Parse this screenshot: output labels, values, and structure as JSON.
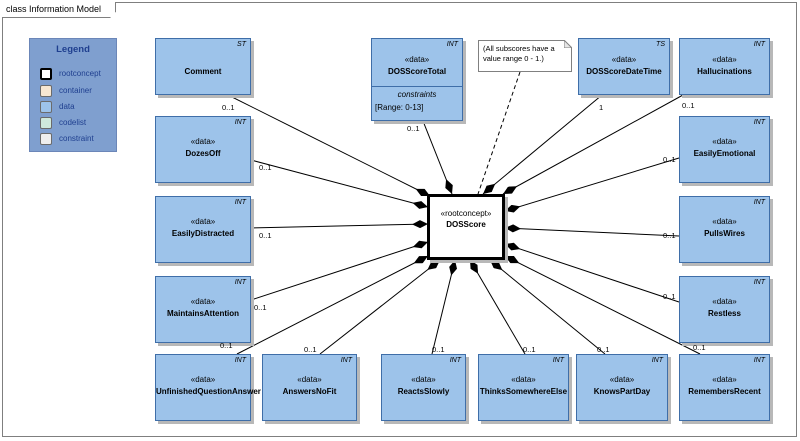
{
  "diagram": {
    "frame_title": "class Information Model",
    "legend": {
      "title": "Legend",
      "items": [
        {
          "label": "rootconcept",
          "color": "#ffffff",
          "border": "#000000"
        },
        {
          "label": "container",
          "color": "#f7e7d2",
          "border": "#6b6b6b"
        },
        {
          "label": "data",
          "color": "#9dc3ea",
          "border": "#6b6b6b"
        },
        {
          "label": "codelist",
          "color": "#cfe9dc",
          "border": "#6b6b6b"
        },
        {
          "label": "constraint",
          "color": "#eeeeee",
          "border": "#6b6b6b"
        }
      ]
    },
    "root": {
      "stereotype": "«rootconcept»",
      "name": "DOSScore"
    },
    "note": {
      "text": "(All subscores have a value range 0 - 1.)"
    },
    "total": {
      "stereotype": "«data»",
      "name": "DOSScoreTotal",
      "tag": "INT",
      "constraints_label": "constraints",
      "constraint": "[Range: 0-13]"
    },
    "classes": {
      "comment": {
        "stereotype": "",
        "name": "Comment",
        "tag": "ST",
        "multiplicity": "0..1"
      },
      "datetime": {
        "stereotype": "«data»",
        "name": "DOSScoreDateTime",
        "tag": "TS",
        "multiplicity": "1"
      },
      "hallucinations": {
        "stereotype": "«data»",
        "name": "Hallucinations",
        "tag": "INT",
        "multiplicity": "0..1"
      },
      "dozesoff": {
        "stereotype": "«data»",
        "name": "DozesOff",
        "tag": "INT",
        "multiplicity": "0..1"
      },
      "easilyemotional": {
        "stereotype": "«data»",
        "name": "EasilyEmotional",
        "tag": "INT",
        "multiplicity": "0..1"
      },
      "easilydistracted": {
        "stereotype": "«data»",
        "name": "EasilyDistracted",
        "tag": "INT",
        "multiplicity": "0..1"
      },
      "pullswires": {
        "stereotype": "«data»",
        "name": "PullsWires",
        "tag": "INT",
        "multiplicity": "0..1"
      },
      "maintainsattention": {
        "stereotype": "«data»",
        "name": "MaintainsAttention",
        "tag": "INT",
        "multiplicity": "0..1"
      },
      "restless": {
        "stereotype": "«data»",
        "name": "Restless",
        "tag": "INT",
        "multiplicity": "0..1"
      },
      "unfinished": {
        "stereotype": "«data»",
        "name": "UnfinishedQuestionAnswer",
        "tag": "INT",
        "multiplicity": "0..1"
      },
      "answersnofit": {
        "stereotype": "«data»",
        "name": "AnswersNoFit",
        "tag": "INT",
        "multiplicity": "0..1"
      },
      "reactsslowly": {
        "stereotype": "«data»",
        "name": "ReactsSlowly",
        "tag": "INT",
        "multiplicity": "0..1"
      },
      "thinks": {
        "stereotype": "«data»",
        "name": "ThinksSomewhereElse",
        "tag": "INT",
        "multiplicity": "0..1"
      },
      "knowspartday": {
        "stereotype": "«data»",
        "name": "KnowsPartDay",
        "tag": "INT",
        "multiplicity": "0..1"
      },
      "remembers": {
        "stereotype": "«data»",
        "name": "RemembersRecent",
        "tag": "INT",
        "multiplicity": "0..1"
      }
    },
    "total_multiplicity": "0..1"
  }
}
